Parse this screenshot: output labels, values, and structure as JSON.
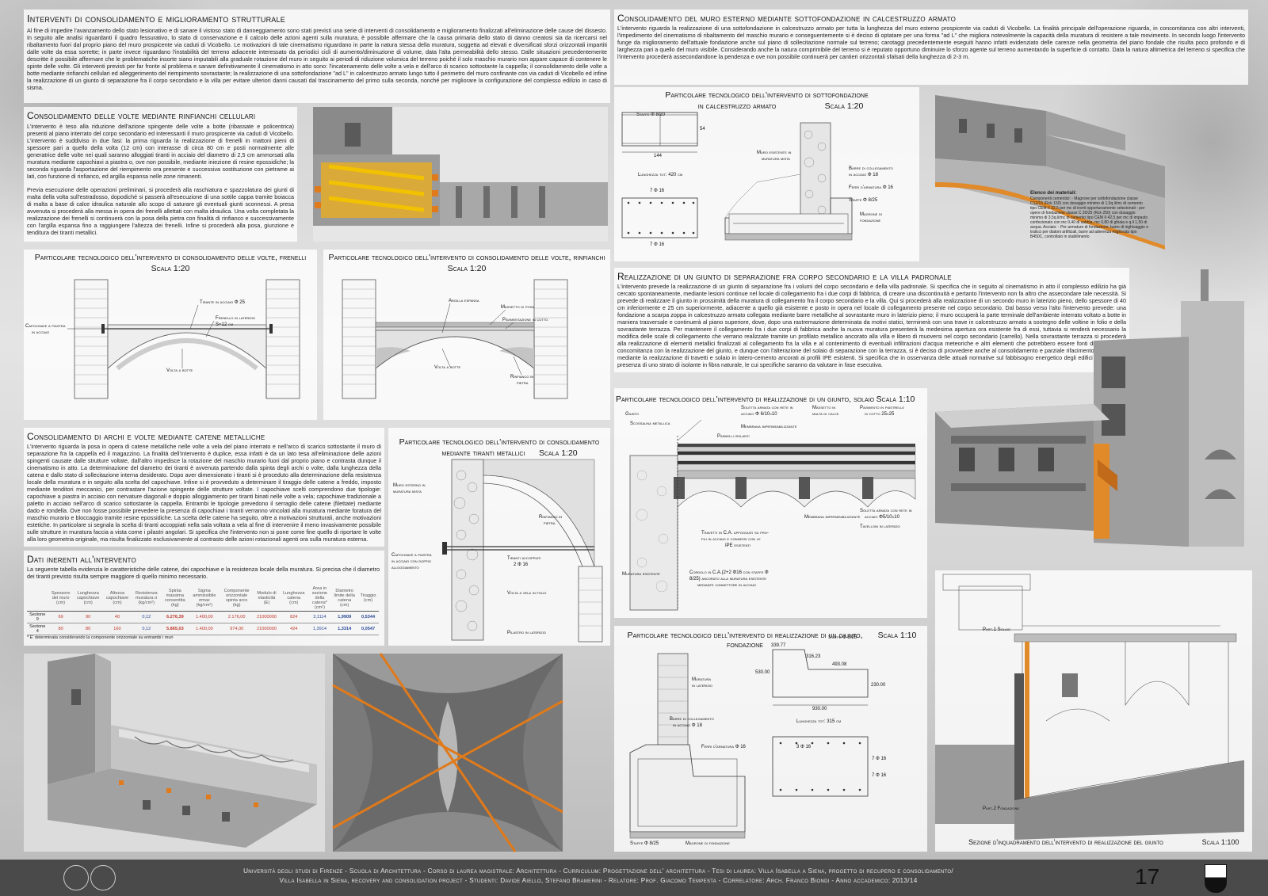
{
  "left_col": {
    "title": "Interventi di consolidamento e miglioramento strutturale",
    "intro": "Al fine di impedire l'avanzamento dello stato lesionativo e di sanare il vistoso stato di danneggiamento sono stati previsti una serie di interventi di consolidamento e miglioramento finalizzati all'eliminazione delle cause del dissesto. In seguito alle analisi riguardanti il quadro fessurativo, lo stato di conservazione e il calcolo delle azioni agenti sulla muratura, è possibile affermare che la causa primaria dello stato di danno creatosi sia da ricercarsi nel ribaltamento fuori dal proprio piano del muro prospicente via caduti di Vicobello. Le motivazioni di tale cinematismo riguardano in parte la natura stessa della muratura, soggetta ad elevati e diversificati sforzi orizzontali impartiti dalle volte da essa sorrette; in parte invece riguardano l'instabilità del terreno adiacente interessato da periodici cicli di aumento/diminuzione di volume, data l'alta permeabilità dello stesso. Dalle situazioni precedentemente descritte è possibile affermare che le problematiche insorte siano imputabili alla graduale rotazione del muro in seguito ai periodi di riduzione volumica del terreno poiché il solo maschio murario non appare capace di contenere le spinte delle volte. Gli interventi previsti per far fronte al problema e sanare definitivamente il cinematismo in atto sono: l'incatenamento delle volte a vela e dell'arco di scarico sottostante la cappella; il consolidamento delle volte a botte mediante rinfianchi cellulari ed alleggerimento del riempimento sovrastante; la realizzazione di una sottofondazione \"ad L\" in calcestruzzo armato lungo tutto il perimetro del muro confinante con via caduti di Vicobello ed infine la realizzazione di un giunto di separazione fra il corpo secondario e la villa per evitare ulteriori danni causati dal trascinamento del primo sulla seconda, nonché per migliorare la configurazione del complesso edilizio in caso di sisma.",
    "volte_title": "Consolidamento delle volte mediante rinfianchi cellulari",
    "volte_text1": "L'intervento è teso alla riduzione dell'azione spingente delle volte a botte (ribassate e policentrica) presenti al piano interrato del corpo secondario ed interessanti il muro prospicente via caduti di Vicobello. L'intervento è suddiviso in due fasi: la prima riguarda la realizzazione di frenelli in mattoni pieni di spessore pari a quello della volta (12 cm) con interasse di circa 80 cm e posti normalmente alle generatrice delle volte nei quali saranno alloggiati tiranti in acciaio del diametro di 2,5 cm ammorsati alla muratura mediante capochiavi a piastra o, ove non possibile, mediante iniezione di resine epossidiche; la seconda riguarda l'asportazione del riempimento ora presente e successiva sostituzione con pietrame ai lati, con funzione di rinfianco, ed argilla espansa nelle zone rimanenti.",
    "volte_text2": "Previa esecuzione delle operazioni preliminari, si procederà alla raschiatura e spazzolatura dei giunti di malta della volta sull'estradosso, dopodiché si passerà all'esecuzione di una sottile cappa tramite boiacca di malta a base di calce idraulica naturale allo scopo di saturare gli eventuali giunti sconnessi. A presa avvenuta si procederà alla messa in opera dei frenelli allettati con malta idraulica. Una volta completata la realizzazione dei frenelli si continuerà con la posa della pietra con finalità di rinfianco e successivamente con l'argilla espansa fino a raggiungere l'altezza dei frenelli. Infine si procederà alla posa, giunzione e tenditura dei tiranti metallici.",
    "frenelli_title": "Particolare tecnologico dell'intervento di consolidamento delle volte, frenelli",
    "frenelli_scale": "Scala 1:20",
    "rinfianchi_title": "Particolare tecnologico dell'intervento di consolidamento delle volte, rinfianchi",
    "rinfianchi_scale": "Scala 1:20",
    "frenelli_labels": {
      "tirante": "Tirante in acciaio Φ 25",
      "frenello": "Frenello in laterizio",
      "frenello2": "S=12 cm",
      "capochiave": "Capochiave a piastra",
      "capochiave2": "in acciaio",
      "volta": "Volta a botte"
    },
    "rinfianchi_labels": {
      "argilla": "Argilla espansa",
      "massetto": "Massetto di posa",
      "pav": "Pavimentazione in cotto",
      "volta": "Volta a botte",
      "rinfianco": "Rinfianco in",
      "rinfianco2": "pietra"
    },
    "archi_title": "Consolidamento di archi e volte mediante catene metalliche",
    "archi_text": "L'intervento riguarda la posa in opera di catene metalliche nelle volte a vela del piano interrato e nell'arco di scarico sottostante il muro di separazione fra la cappella ed il magazzino. La finalità dell'intervento è duplice, essa infatti è da un lato tesa all'eliminazione delle azioni spingenti causate dalle strutture voltate, dall'altro impedisce la rotazione del maschio murario fuori dal proprio piano e contrasta dunque il cinematismo in atto. La determinazione del diametro dei tiranti è avvenuta partendo dalla spinta degli archi o volte, dalla lunghezza della catena e dallo stato di sollecitazione interna desiderato. Dopo aver dimensionato i tiranti si è proceduto alla determinazione della resistenza locale della muratura e in seguito alla scelta del capochiave. Infine si è provveduto a determinare il tiraggio delle catene a freddo, imposto mediante tenditori meccanici, per contrastare l'azione spingente delle strutture voltate. I capochiave scelti comprendono due tipologie: capochiave a piastra in acciaio con nervature diagonali e doppio alloggiamento per tiranti binati nelle volte a vela; capochiave tradizionale a paletto in acciaio nell'arco di scarico sottostante la cappella. Entrambi le tipologie prevedono il serraglio delle catene (filettate) mediante dado e rondella. Ove non fosse possibile prevedere la presenza di capochiavi i tiranti verranno vincolati alla muratura mediante foratura del maschio murario e bloccaggio tramite resine epossidiche. La scelta delle catene ha seguito, oltre a motivazioni strutturali, anche motivazioni estetiche. In particolare si segnala la scelta di tiranti accoppiati nella sala voltata a vela al fine di intervenire il meno invasivamente possibile sulle strutture in muratura faccia a vista come i pilastri angolari. Si specifica che l'intervento non si pone come fine quello di riportare le volte alla loro geometria originale, ma risulta finalizzato esclusivamente al contrasto delle azioni rotazionali agenti ora sulla muratura esterna.",
    "tiranti_title": "Particolare tecnologico dell'intervento di consolidamento",
    "tiranti_title2": "mediante tiranti metallici",
    "tiranti_scale": "Scala 1:20",
    "tiranti_labels": {
      "muro": "Muro esterno in",
      "muro2": "muratura mista",
      "rinfianco": "Rinfianco in",
      "rinfianco2": "pietra",
      "capochiave": "Capochiave a piastra",
      "capochiave2": "in acciaio con doppio",
      "capochiave3": "alloggiamento",
      "tiranti": "Tiranti accoppiati",
      "tiranti2": "2 Φ 16",
      "volta": "Volta a vela in folio",
      "pilastro": "Pilastro in laterizio"
    },
    "dati_title": "Dati inerenti all'intervento",
    "dati_text": "La seguente tabella evidenzia le caratteristiche delle catene, dei capochiave e la resistenza locale della muratura. Si precisa che il diametro dei tiranti previsto risulta sempre maggiore di quello minimo necessario.",
    "table": {
      "headers": [
        "",
        "Spessore del muro (cm)",
        "Lunghezza capochiave (cm)",
        "Altezza capochiave (cm)",
        "Resistenza muratura σ (kg/cm²)",
        "Spinta massima consentita (kg)",
        "Sigma ammissibile σmax (kg/cm²)",
        "Componente orizzontale spinta arco (kg)",
        "Modulo di elasticità (E)",
        "Lunghezza catena (cm)",
        "Area in sezione della catena* (cm²)",
        "Diametro limite della catena (cm)",
        "Tiraggio (cm)"
      ],
      "rows": [
        [
          "Sezione 9",
          "69",
          "90",
          "40",
          "0,12",
          "6.276,39",
          "1.400,00",
          "2.176,00",
          "21000000",
          "824",
          "3,1114",
          "1,9909",
          "0,5344"
        ],
        [
          "Sezione 4",
          "80",
          "80",
          "160",
          "0,12",
          "5.865,03",
          "1.400,00",
          "974,00",
          "21000000",
          "424",
          "1,3914",
          "1,3314",
          "0,0547"
        ]
      ],
      "note": "* E' determinata considerando la componente orizzontale su entrambi i muri"
    }
  },
  "right_col": {
    "sottofond_title": "Consolidamento del muro esterno mediante sottofondazione in calcestruzzo armato",
    "sottofond_text": "L'intervento riguarda la realizzazione di una sottofondazione in calcestruzzo armato per tutta la lunghezza del muro esterno prospicente via caduti di Vicobello. La finalità principale dell'operazione riguarda, in concomitanza con altri interventi, l'impedimento del cinematismo di ribaltamento del maschio murario e conseguentemente si è deciso di optatare per una forma \"ad L\" che migliora notevolmente la capacità della muratura di resistere a tale movimento. In secondo luogo l'intervento funge da miglioramento dell'attuale fondazione anche sul piano di sollecitazione normale sul terreno; carotaggi precedentemente eseguiti hanno infatti evidenziato delle carenze nella geometria del piano fondale che risulta poco profondo e di larghezza pari a quello del muro visibile. Considerando anche la natura comprimibile del terreno si è reputato opportuno diminuire lo sforzo agente sul terreno aumentando la superficie di contatto. Data la natura altimetrica del terreno si specifica che l'intervento procederà assecondandone la pendenza e ove non possibile continuerà per cantieri orizzontali sfalsati della lunghezza di 2-3 m.",
    "sottofond_detail_title": "Particolare tecnologico dell'intervento di sottofondazione",
    "sottofond_detail_title2": "in calcestruzzo armato",
    "sottofond_scale": "Scala 1:20",
    "sottofond_labels": {
      "staffe": "Staffe Φ 8/20",
      "dim54": "54",
      "dim144": "144",
      "lunghezza": "Lunghezza tot: 420 cm",
      "ferri7": "7 Φ 16",
      "ferri7b": "7 Φ 16",
      "muro": "Muro esistente in",
      "muro2": "muratura mista",
      "barre": "Barre di collegamento",
      "barre2": "in acciaio Φ 18",
      "ferri": "Ferri d'armatura Φ 16",
      "staffe2": "Staffe Φ 8/25",
      "magrone": "Magrone di",
      "magrone2": "fondazione"
    },
    "materiali_title": "Elenco dei materiali:",
    "materiali_text": "Componenti cementizi: - Magrone per sottofondazione classe C12/15 (Rck 150) con dosaggio minimo di 1,5q.li/mc di cemento tipo CEM II 32,5 per mc di inerti opportunamente selezionati - per opere di fondazione classe C 20/25 (Rck 250) con dosaggio minimo di 3,5q.li/mc di cemento tipo CEM II 42,5 per mc di impasto confezionato con mc 0,40 di sabbia, mc 0,80 di ghiaia e q.li 1,50 di acqua. Acciaio: - Per armature di fondazione, barre di inghisaggio e tralicci per diatoni artificiali, barre ad aderenza migliorata tipo B450C, controllato in stabilimento",
    "giunto_title": "Realizzazione di un giunto di separazione fra corpo secondario e la villa padronale",
    "giunto_text": "L'intervento prevede la realizzazione di un giunto di separazione fra i volumi del corpo secondario e della villa padronale. Si specifica che in seguito al cinematismo in atto il complesso edilizio ha già cercato spontaneamente, mediante lesioni continue nel locale di collegamento fra i due corpi di fabbrica, di creare una discontinuità e pertanto l'intervento non fa altro che assecondare tale necessità. Si prevede di realizzare il giunto in prossimità della muratura di collegamento fra il corpo secondario e la villa. Qui si procederà alla realizzazione di un secondo muro in laterizio pieno, dello spessore di 40 cm inferiormente e 25 cm superiormente, adiacente a quello già esistente e posto in opera nel locale di collegamento presente nel corpo secondario. Dal basso verso l'alto l'intervento prevede: una fondazione a scarpa zoppa in calcestruzzo armato collegata mediante barre metalliche al sovrastante muro in laterizio pieno; il muro occuperà la parte terminale dell'ambiente interrato voltato a botte in maniera trasversale e continuerà al piano superiore, dove, dopo una rastremazione determinata da motivi statici, terminerà con una trave in calcestruzzo armato a sostegno delle voltine in folio e della sovrastante terrazza. Per mantenere il collegamento fra i due corpi di fabbrica anche la nuova muratura presenterà la medesima apertura ora esistente fra di essi, tuttavia si renderà necessario la modifica delle scale di collegamento che verrano realizzate tramite un profilato metallico ancorato alla villa e libero di muoversi nel corpo secondario (carrello). Nella sovrastante terrazza si procederà alla realizzazione di elementi metallici finalizzati al collegamento fra la villa e al contenimento di eventuali infiltrazioni d'acqua meteoriche e altri elementi che potrebbero essere fonti di degrado. In concomitanza con la realizzazione del giunto, e dunque con l'alterazione del solaio di separazione con la terrazza, si è deciso di provvedere anche al consolidamento e parziale rifacimento dello stesso mediante la realizzazione di travetti e solaio in latero-cemento ancorati ai profili IPE esistenti. Si specifica che in osservanza delle attuali normative sul fabbisogno energetico degli edifici è prevista la presenza di uno strato di isolante in fibra naturale, le cui specifiche saranno da valutare in fase esecutiva.",
    "solaio_title": "Particolare tecnologico dell'intervento di realizzazione di un giunto, solaio",
    "solaio_scale": "Scala 1:10",
    "solaio_labels": {
      "giunto": "Giunto",
      "soletta": "Soletta armata con rete in",
      "soletta2": "acciaio Φ 6/10x10",
      "massetto": "Massetto in",
      "massetto2": "malta di calce",
      "pav": "Pavimento in piastrelle",
      "pav2": "di cotto 25x25",
      "scossalina": "Scossalina metallica",
      "membrana": "Membrana impermeabilizzante",
      "pannelli": "Pannelli isolanti",
      "membrana2": "Membrana impermeabilizzante",
      "soletta3": "Soletta armata con rete in",
      "soletta4": "acciaio Φ5/10x10",
      "tavelloni": "Tavelloni in laterizio",
      "travetti": "Travetti in C.A. appoggiati su pro-",
      "travetti2": "fili in acciaio e connessi con le",
      "travetti3": "IPE esistenti",
      "muratura": "Muratura esistente",
      "cordolo": "Cordolo in C.A.(2+2 Φ16 con staffe Φ",
      "cordolo2": "8/25) ancorato alla muratura esistente",
      "cordolo3": "mediante connettore in acciaio"
    },
    "fond_title": "Particolare tecnologico dell'intervento di realizzazione di un giunto, fondazione",
    "fond_scale": "Scala 1:10",
    "fond_labels": {
      "d339": "339.77",
      "d316": "316.23",
      "d493": "493.08",
      "d530": "530.00",
      "d230": "230.00",
      "d930": "930.00",
      "staffe": "Staffe Φ 8/25",
      "muratura": "Muratura",
      "muratura2": "in laterizio",
      "lunghezza": "Lunghezza tot: 315 cm",
      "barre": "Barre di collegamento",
      "barre2": "in acciaio Φ 18",
      "ferri": "Ferri d'armatura Φ 16",
      "ferri3": "3 Φ 16",
      "ferri7": "7 Φ 16",
      "ferri7b": "7 Φ 16",
      "staffe2": "Staffe Φ 8/25",
      "magrone": "Magrone di fondazione"
    },
    "section_labels": {
      "solaio": "Part.1 Solaio",
      "fondazione": "Part.2 Fondazione"
    },
    "sezione_caption": "Sezione d'inquadramento dell'intervento di realizzazione del giunto",
    "sezione_scale": "Scala 1:100"
  },
  "footer": {
    "line1": "Università degli studi di Firenze - Scuola di Architettura - Corso di laurea magistrale: Architettura - Curriculum: Progettazione dell' architettura - Tesi di laurea: Villa Isabella a Siena, progetto di recupero e consolidamento/",
    "line2": "Villa Isabella in Siena, recovery and consolidation project - Studenti: Davide Aiello, Stefano Bramerini - Relatore: Prof. Giacomo Tempesta - Correlatore: Arch. Franco Biondi - Anno accademico: 2013/14",
    "page_number": "17"
  },
  "colors": {
    "accent_orange": "#e08a2a",
    "yellow": "#f2c200",
    "footer_bg": "#4a4a4a",
    "table_red": "#c0392b",
    "table_blue": "#2a4a9a"
  }
}
